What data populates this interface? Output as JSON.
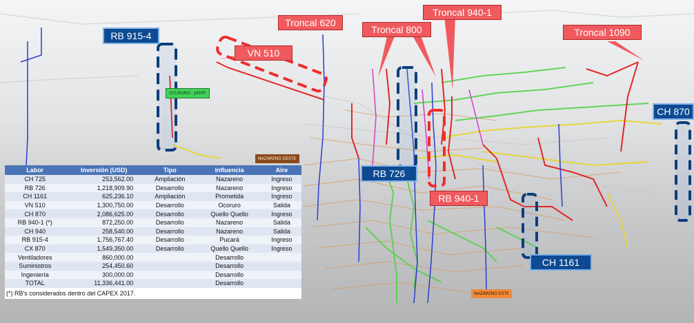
{
  "callouts": {
    "rb_915_4": "RB 915-4",
    "vn_510": "VN 510",
    "troncal_620": "Troncal 620",
    "troncal_800": "Troncal 800",
    "troncal_940_1": "Troncal 940-1",
    "troncal_1090": "Troncal 1090",
    "ch_870": "CH 870",
    "rb_726": "RB 726",
    "rb_940_1": "RB 940-1",
    "ch_1161": "CH 1161"
  },
  "tags": {
    "ocuruo_jaspe": "OCURURO - JASPE",
    "nazareno_deste": "NAZARENO DESTE",
    "nazareno_este": "NAZARENO ESTE"
  },
  "table": {
    "headers": [
      "Labor",
      "Inversión (USD)",
      "Tipo",
      "Influencia",
      "Aire"
    ],
    "rows": [
      [
        "CH 725",
        "253,562.00",
        "Ampliación",
        "Nazareno",
        "Ingreso"
      ],
      [
        "RB 726",
        "1,218,909.90",
        "Desarrollo",
        "Nazareno",
        "Ingreso"
      ],
      [
        "CH 1161",
        "625,236.10",
        "Ampliación",
        "Prometida",
        "Ingreso"
      ],
      [
        "VN 510",
        "1,300,750.00",
        "Desarrollo",
        "Ocoruro",
        "Salida"
      ],
      [
        "CH 870",
        "2,086,625.00",
        "Desarrollo",
        "Quello Quello",
        "Ingreso"
      ],
      [
        "RB 940-1 (*)",
        "872,250.00",
        "Desarrollo",
        "Nazareno",
        "Salida"
      ],
      [
        "CH 940",
        "258,540.00",
        "Desarrollo",
        "Nazareno",
        "Salida"
      ],
      [
        "RB 915-4",
        "1,756,767.40",
        "Desarrollo",
        "Pucará",
        "Ingreso"
      ],
      [
        "CX 870",
        "1,549,350.00",
        "Desarrollo",
        "Quello Quello",
        "Ingreso"
      ],
      [
        "Ventiladores",
        "860,000.00",
        "",
        "Desarrollo",
        ""
      ],
      [
        "Suministros",
        "254,450.60",
        "",
        "Desarrollo",
        ""
      ],
      [
        "Ingeniería",
        "300,000.00",
        "",
        "Desarrollo",
        ""
      ],
      [
        "TOTAL",
        "11,336,441.00",
        "",
        "Desarrollo",
        ""
      ]
    ],
    "footnote": "(*) RB's considerados dentro del CAPEX 2017."
  }
}
